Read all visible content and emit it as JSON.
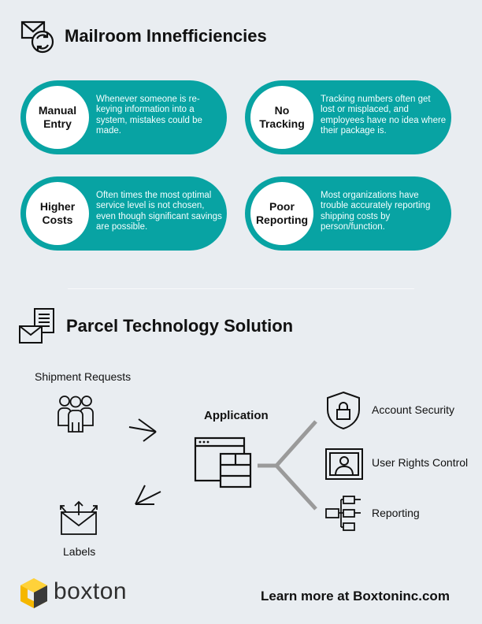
{
  "section1": {
    "title": "Mailroom Innefficiencies",
    "icon": "mail-sync-icon"
  },
  "problems": [
    {
      "title": "Manual Entry",
      "description": "Whenever someone is re-keying information into a system, mistakes could be made."
    },
    {
      "title": "No Tracking",
      "description": "Tracking numbers often get lost or misplaced, and employees  have no idea where their package is."
    },
    {
      "title": "Higher Costs",
      "description": "Often times the most optimal service level is not chosen, even though significant savings are possible."
    },
    {
      "title": "Poor Reporting",
      "description": "Most organizations have trouble accurately reporting shipping costs by person/function."
    }
  ],
  "section2": {
    "title": "Parcel Technology Solution",
    "icon": "mail-document-icon"
  },
  "diagram": {
    "shipment_requests": "Shipment Requests",
    "labels": "Labels",
    "application": "Application",
    "features": [
      {
        "label": "Account Security",
        "icon": "shield-lock-icon"
      },
      {
        "label": "User Rights Control",
        "icon": "user-screen-icon"
      },
      {
        "label": "Reporting",
        "icon": "flowchart-icon"
      }
    ]
  },
  "footer": {
    "brand": "boxton",
    "cta": "Learn more at Boxtoninc.com"
  },
  "colors": {
    "teal": "#08a3a3",
    "background": "#e9edf1",
    "logo_yellow": "#f5b700"
  }
}
